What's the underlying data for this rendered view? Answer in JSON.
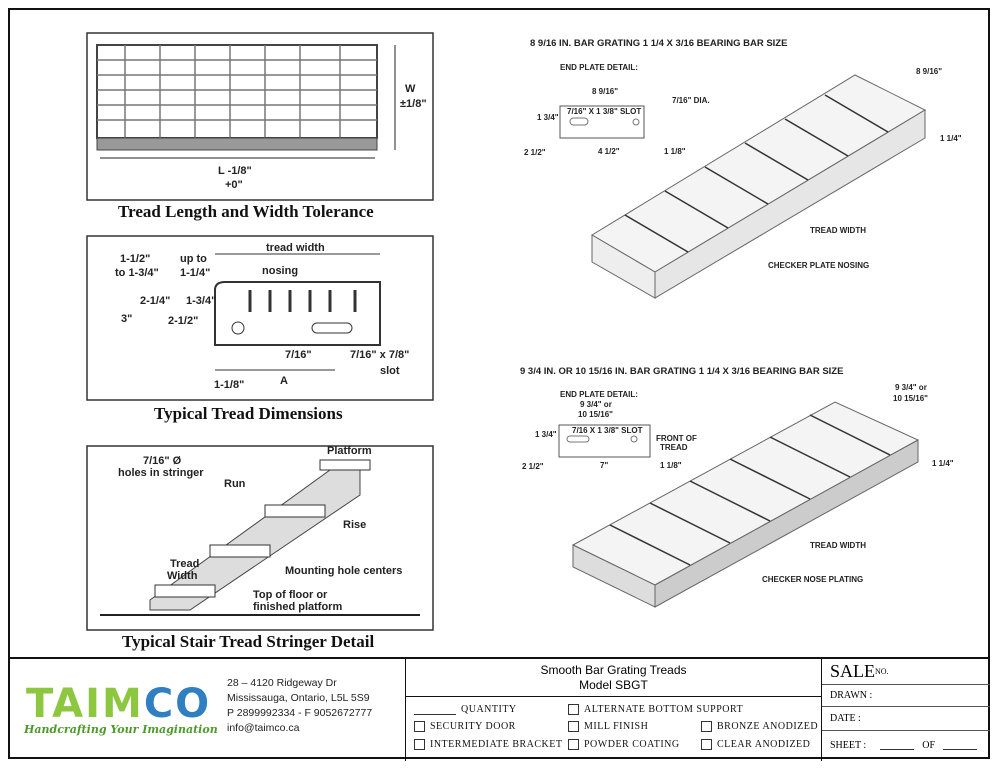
{
  "drawings": {
    "tolerance": {
      "caption": "Tread Length and Width Tolerance",
      "w_label": "W",
      "w_tol": "±1/8\"",
      "l_label": "L -1/8\"",
      "l_tol": "+0\""
    },
    "dimensions": {
      "caption": "Typical Tread Dimensions",
      "tread_width": "tread width",
      "nosing": "nosing",
      "d1": "1-1/2\"",
      "d1b": "to 1-3/4\"",
      "d2": "up to",
      "d2b": "1-1/4\"",
      "d3": "2-1/4\"",
      "d4": "1-3/4\"",
      "d5": "3\"",
      "d6": "2-1/2\"",
      "hole": "7/16\"",
      "slot": "7/16\" x 7/8\"",
      "slot2": "slot",
      "d7": "1-1/8\"",
      "a": "A"
    },
    "stringer": {
      "caption": "Typical Stair Tread Stringer Detail",
      "holes": "7/16\" Ø",
      "holes2": "holes in stringer",
      "platform": "Platform",
      "run": "Run",
      "rise": "Rise",
      "tread": "Tread",
      "width": "Width",
      "mounting": "Mounting hole centers",
      "floor": "Top of floor or",
      "floor2": "finished platform"
    },
    "grating1": {
      "title": "8 9/16 IN. BAR GRATING 1 1/4 X 3/16 BEARING BAR SIZE",
      "end_plate": "END PLATE DETAIL:",
      "width": "8 9/16\"",
      "dia": "7/16\" DIA.",
      "slot": "7/16\" X 1 3/8\" SLOT",
      "h1": "1 3/4\"",
      "h2": "2 1/2\"",
      "spacing": "4 1/2\"",
      "edge": "1 1/8\"",
      "iso_width": "8 9/16\"",
      "iso_height": "1 1/4\"",
      "tread_width": "TREAD WIDTH",
      "nosing": "CHECKER PLATE NOSING"
    },
    "grating2": {
      "title": "9 3/4 IN. OR 10 15/16 IN. BAR GRATING 1 1/4 X 3/16 BEARING BAR SIZE",
      "end_plate": "END PLATE DETAIL:",
      "width1": "9 3/4\" or",
      "width2": "10 15/16\"",
      "slot": "7/16 X 1 3/8\" SLOT",
      "front": "FRONT OF",
      "front2": "TREAD",
      "h1": "1 3/4\"",
      "h2": "2 1/2\"",
      "spacing": "7\"",
      "edge": "1 1/8\"",
      "iso_width1": "9 3/4\" or",
      "iso_width2": "10 15/16\"",
      "iso_height": "1 1/4\"",
      "tread_width": "TREAD WIDTH",
      "nosing": "CHECKER NOSE PLATING"
    }
  },
  "titleblock": {
    "logo": {
      "text_green": "TAIM",
      "text_blue": "CO",
      "tagline": "Handcrafting Your Imagination",
      "colors": {
        "green": "#8dc63f",
        "blue": "#2f7fc1"
      }
    },
    "address": [
      "28 – 4120 Ridgeway Dr",
      "Mississauga, Ontario, L5L 5S9",
      "P 2899992334 - F 9052672777",
      "info@taimco.ca"
    ],
    "title1": "Smooth Bar Grating Treads",
    "title2": "Model SBGT",
    "options": {
      "quantity": "QUANTITY",
      "alt_bottom": "ALTERNATE BOTTOM SUPPORT",
      "security_door": "SECURITY DOOR",
      "mill_finish": "MILL FINISH",
      "bronze": "BRONZE ANODIZED",
      "intermediate": "INTERMEDIATE BRACKET",
      "powder": "POWDER COATING",
      "clear": "CLEAR ANODIZED"
    },
    "sale": "SALE",
    "sale_no": "NO.",
    "drawn": "DRAWN :",
    "date": "DATE :",
    "sheet": "SHEET :",
    "of": "OF"
  }
}
